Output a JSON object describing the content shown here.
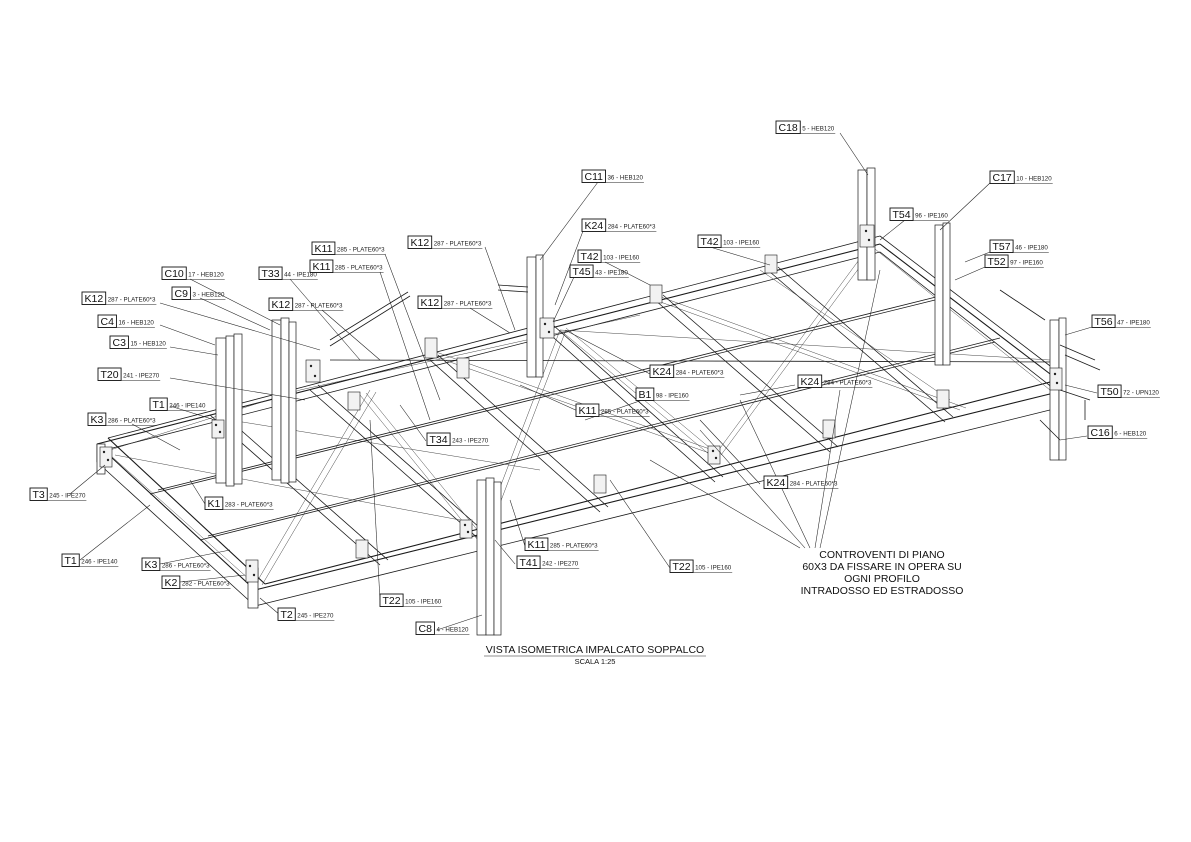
{
  "drawing": {
    "title": "VISTA ISOMETRICA IMPALCATO SOPPALCO",
    "scale": "SCALA  1:25",
    "note_lines": [
      "CONTROVENTI DI PIANO",
      "60X3 DA FISSARE IN OPERA SU",
      "OGNI PROFILO",
      "INTRADOSSO ED ESTRADOSSO"
    ]
  },
  "callouts": [
    {
      "mark": "C18",
      "desc": "5 - HEB120"
    },
    {
      "mark": "C11",
      "desc": "36 - HEB120"
    },
    {
      "mark": "C17",
      "desc": "10 - HEB120"
    },
    {
      "mark": "K24",
      "desc": "284 - PLATE60*3"
    },
    {
      "mark": "T54",
      "desc": "96 - IPE160"
    },
    {
      "mark": "K12",
      "desc": "287 - PLATE60*3"
    },
    {
      "mark": "T42",
      "desc": "103 - IPE160"
    },
    {
      "mark": "T42",
      "desc": "103 - IPE160"
    },
    {
      "mark": "K11",
      "desc": "285 - PLATE60*3"
    },
    {
      "mark": "T57",
      "desc": "46 - IPE180"
    },
    {
      "mark": "K11",
      "desc": "285 - PLATE60*3"
    },
    {
      "mark": "T45",
      "desc": "43 - IPE180"
    },
    {
      "mark": "T52",
      "desc": "97 - IPE160"
    },
    {
      "mark": "C10",
      "desc": "17 - HEB120"
    },
    {
      "mark": "T33",
      "desc": "44 - IPE180"
    },
    {
      "mark": "C9",
      "desc": "3 - HEB120"
    },
    {
      "mark": "K12",
      "desc": "287 - PLATE60*3"
    },
    {
      "mark": "K12",
      "desc": "287 - PLATE60*3"
    },
    {
      "mark": "K12",
      "desc": "287 - PLATE60*3"
    },
    {
      "mark": "T56",
      "desc": "47 - IPE180"
    },
    {
      "mark": "C4",
      "desc": "16 - HEB120"
    },
    {
      "mark": "C3",
      "desc": "15 - HEB120"
    },
    {
      "mark": "K24",
      "desc": "284 - PLATE60*3"
    },
    {
      "mark": "T20",
      "desc": "241 - IPE270"
    },
    {
      "mark": "K24",
      "desc": "284 - PLATE60*3"
    },
    {
      "mark": "T50",
      "desc": "72 - UPN120"
    },
    {
      "mark": "B1",
      "desc": "98 - IPE160"
    },
    {
      "mark": "T1",
      "desc": "246 - IPE140"
    },
    {
      "mark": "K11",
      "desc": "285 - PLATE60*3"
    },
    {
      "mark": "K3",
      "desc": "286 - PLATE60*3"
    },
    {
      "mark": "C16",
      "desc": "6 - HEB120"
    },
    {
      "mark": "T34",
      "desc": "243 - IPE270"
    },
    {
      "mark": "K24",
      "desc": "284 - PLATE60*3"
    },
    {
      "mark": "T3",
      "desc": "245 - IPE270"
    },
    {
      "mark": "K1",
      "desc": "283 - PLATE60*3"
    },
    {
      "mark": "K11",
      "desc": "285 - PLATE60*3"
    },
    {
      "mark": "T41",
      "desc": "242 - IPE270"
    },
    {
      "mark": "T1",
      "desc": "246 - IPE140"
    },
    {
      "mark": "T22",
      "desc": "105 - IPE160"
    },
    {
      "mark": "K3",
      "desc": "286 - PLATE60*3"
    },
    {
      "mark": "K2",
      "desc": "282 - PLATE60*3"
    },
    {
      "mark": "T22",
      "desc": "105 - IPE160"
    },
    {
      "mark": "T2",
      "desc": "245 - IPE270"
    },
    {
      "mark": "C8",
      "desc": "4 - HEB120"
    }
  ]
}
